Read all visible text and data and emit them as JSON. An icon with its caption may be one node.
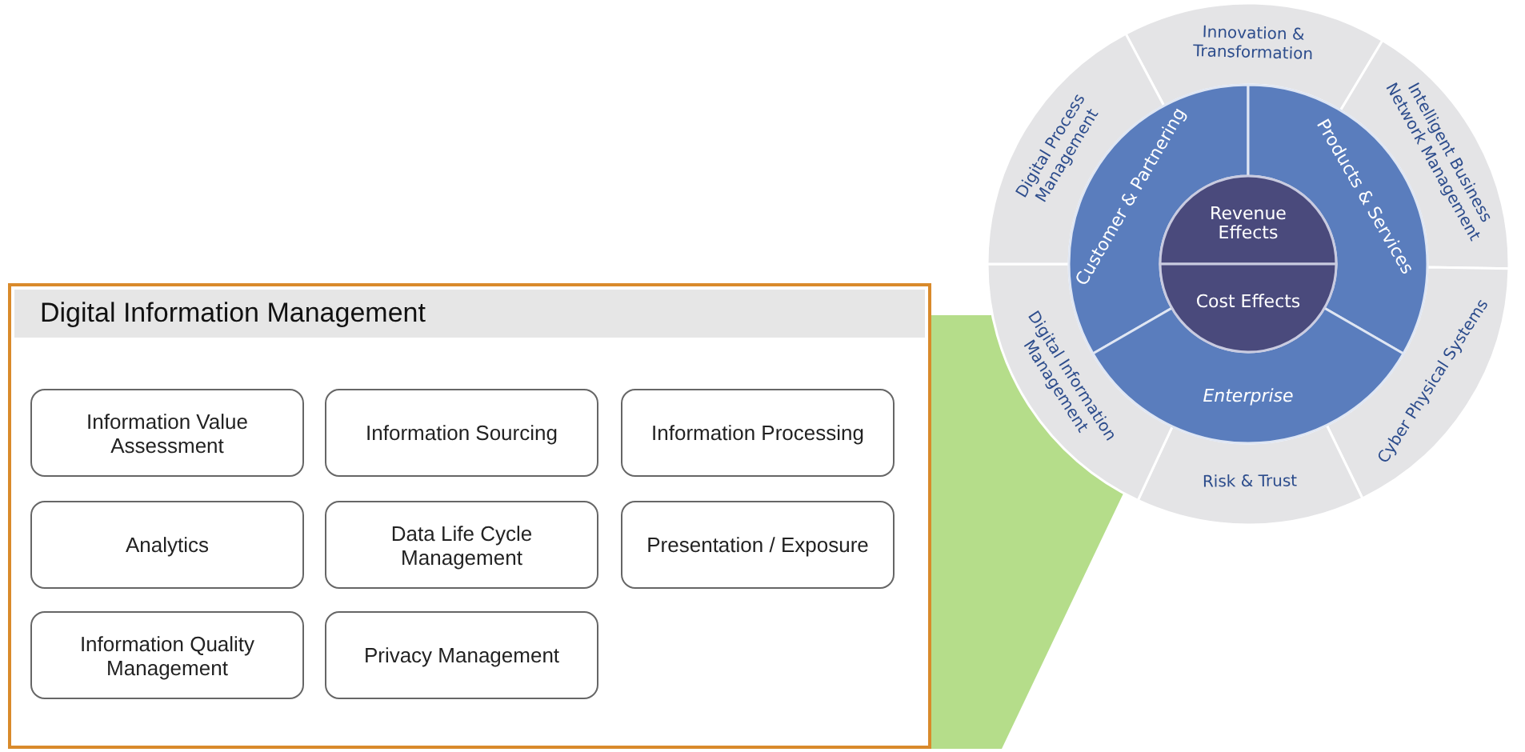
{
  "diagram": {
    "nodes": [
      {
        "text": [
          "Digital Information Management"
        ]
      },
      {
        "text": [
          "Information Value Assessment"
        ],
        "in": 0
      },
      {
        "text": [
          "Information Sourcing"
        ],
        "in": 0
      },
      {
        "text": [
          "Information Processing"
        ],
        "in": 0
      },
      {
        "text": [
          "Analytics"
        ],
        "in": 0
      },
      {
        "text": [
          "Data Life Cycle Management"
        ],
        "in": 0
      },
      {
        "text": [
          "Presentation / Exposure"
        ],
        "in": 0
      },
      {
        "text": [
          "Information Quality Management"
        ],
        "in": 0
      },
      {
        "text": [
          "Privacy Management"
        ],
        "in": 0
      },
      {
        "text": [
          "Innovation & Transformation"
        ]
      },
      {
        "text": [
          "Intelligent Business Network Management"
        ]
      },
      {
        "text": [
          "Cyber Physical Systems"
        ]
      },
      {
        "text": [
          "Risk & Trust"
        ]
      },
      {
        "text": [
          "Digital Information Management"
        ]
      },
      {
        "text": [
          "Digital Process Management"
        ]
      },
      {
        "text": [
          "Customer & Partnering"
        ]
      },
      {
        "text": [
          "Products & Services"
        ]
      },
      {
        "text": [
          "Enterprise"
        ]
      },
      {
        "text": [
          "Revenue Effects"
        ]
      },
      {
        "text": [
          "Cost Effects"
        ]
      }
    ]
  }
}
